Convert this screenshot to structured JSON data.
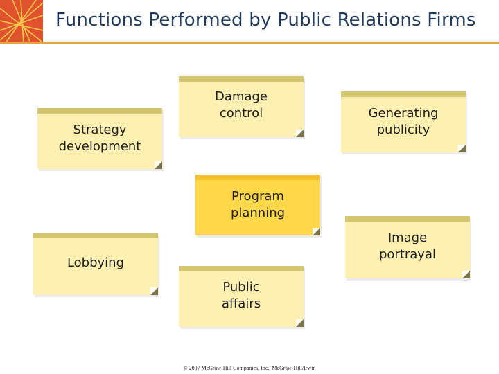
{
  "slide": {
    "title": "Functions Performed by Public Relations Firms",
    "footer": "© 2007 McGraw-Hill Companies, Inc., McGraw-Hill/Irwin"
  },
  "notes": [
    {
      "id": "damage-control",
      "label": "Damage\ncontrol",
      "highlighted": false
    },
    {
      "id": "generating-publicity",
      "label": "Generating\npublicity",
      "highlighted": false
    },
    {
      "id": "strategy-development",
      "label": "Strategy\ndevelopment",
      "highlighted": false
    },
    {
      "id": "program-planning",
      "label": "Program\nplanning",
      "highlighted": true
    },
    {
      "id": "image-portrayal",
      "label": "Image\nportrayal",
      "highlighted": false
    },
    {
      "id": "lobbying",
      "label": "Lobbying",
      "highlighted": false
    },
    {
      "id": "public-affairs",
      "label": "Public\naffairs",
      "highlighted": false
    }
  ],
  "colors": {
    "note": "#fdf0b0",
    "note_highlight": "#ffd84a",
    "accent_orange": "#e0522e",
    "rule": "#e8a34a",
    "title": "#1f3a5c"
  }
}
